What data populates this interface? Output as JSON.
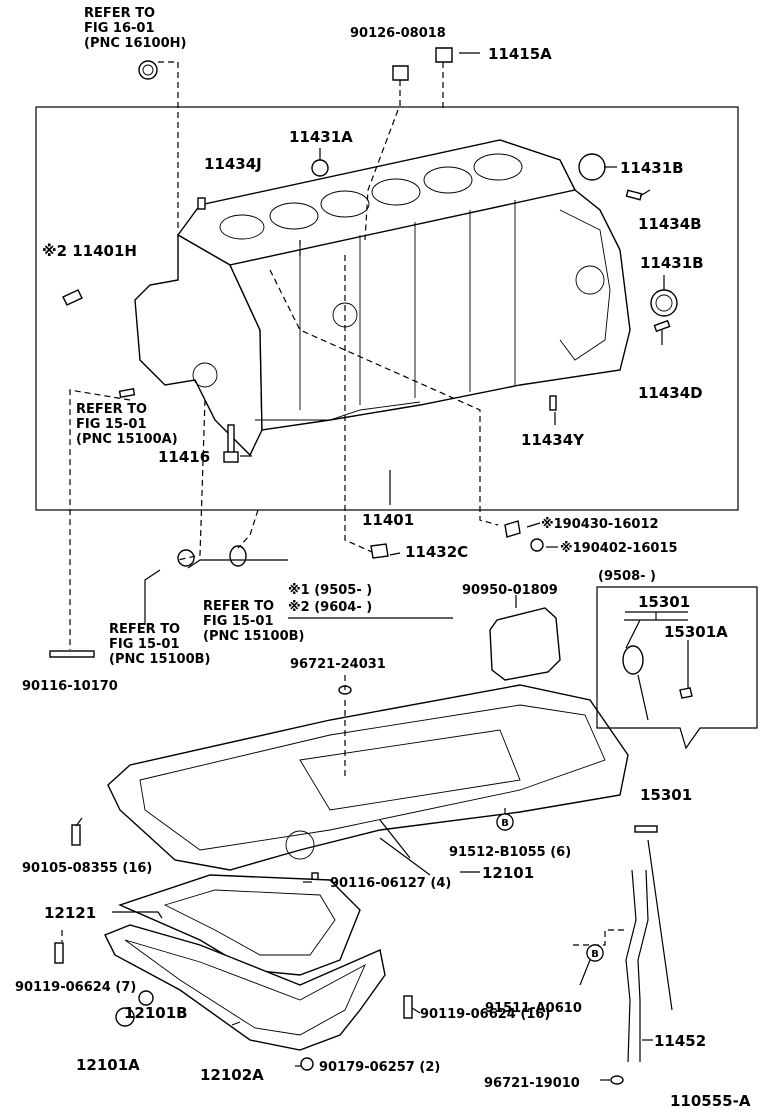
{
  "diagram_id": "110555-A",
  "refs": {
    "top": {
      "line1": "REFER TO",
      "line2": "FIG 16-01",
      "line3": "(PNC 16100H)"
    },
    "mid": {
      "line1": "REFER TO",
      "line2": "FIG 15-01",
      "line3": "(PNC 15100A)"
    },
    "low_a": {
      "line1": "REFER TO",
      "line2": "FIG 15-01",
      "line3": "(PNC 15100B)"
    },
    "low_b": {
      "line1": "REFER TO",
      "line2": "FIG 15-01",
      "line3": "(PNC 15100B)"
    }
  },
  "notes": {
    "n1": "※1 (9505-          )",
    "n2": "※2 (9604-          )",
    "inset_range": "(9508-          )"
  },
  "parts": {
    "p90126": "90126-08018",
    "p11415A": "11415A",
    "p11431A": "11431A",
    "p11431B_top": "11431B",
    "p11434J": "11434J",
    "p11434B": "11434B",
    "p11401H": "※2 11401H",
    "p11431B_mid": "11431B",
    "p11434D": "11434D",
    "p11434Y": "11434Y",
    "p11416": "11416",
    "p11401": "11401",
    "p11432C": "11432C",
    "p190430": "※190430-16012",
    "p190402": "※190402-16015",
    "p90950": "90950-01809",
    "p15301_inset": "15301",
    "p15301A": "15301A",
    "p96721_24031": "96721-24031",
    "p90116_10170": "90116-10170",
    "p15301": "15301",
    "p90105": "90105-08355 (16)",
    "p91512": "91512-B1055 (6)",
    "p12101": "12101",
    "p90116_06127": "90116-06127 (4)",
    "p12121": "12121",
    "p90119_7": "90119-06624 (7)",
    "p12101B": "12101B",
    "p12101A": "12101A",
    "p90119_16": "90119-06624 (16)",
    "p91511": "91511-A0610",
    "p12102A": "12102A",
    "p90179": "90179-06257 (2)",
    "p96721_19010": "96721-19010",
    "p11452": "11452"
  },
  "bolt_marker": "B"
}
